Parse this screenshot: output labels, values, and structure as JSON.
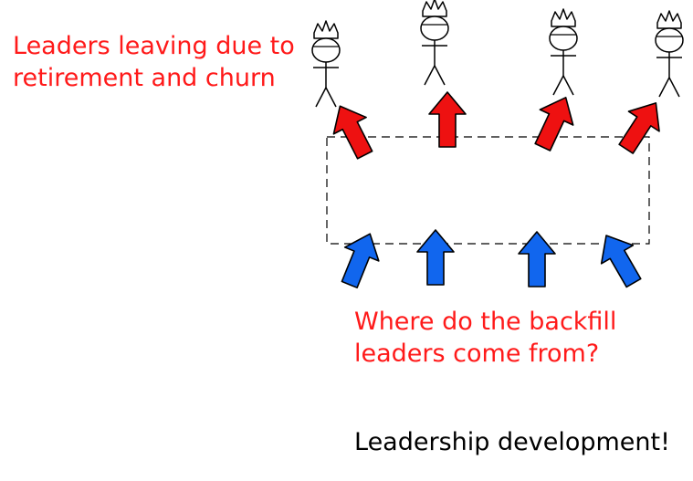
{
  "captions": {
    "leaving_line1": "Leaders leaving due to",
    "leaving_line2": "retirement and churn",
    "question_line1": "Where do the backfill",
    "question_line2": "leaders come from?",
    "answer": "Leadership development!"
  },
  "colors": {
    "caption_accent": "#ff1a1a",
    "caption_text": "#000000",
    "outgoing_arrow": "#ee1111",
    "incoming_arrow": "#1166ee",
    "arrow_outline": "#000000",
    "figure_stroke": "#000000",
    "box_border": "#000000"
  },
  "icons": {
    "leader_figure": "crowned-stick-figure-icon",
    "outgoing": "red-up-arrow-icon",
    "incoming": "blue-up-arrow-icon"
  }
}
